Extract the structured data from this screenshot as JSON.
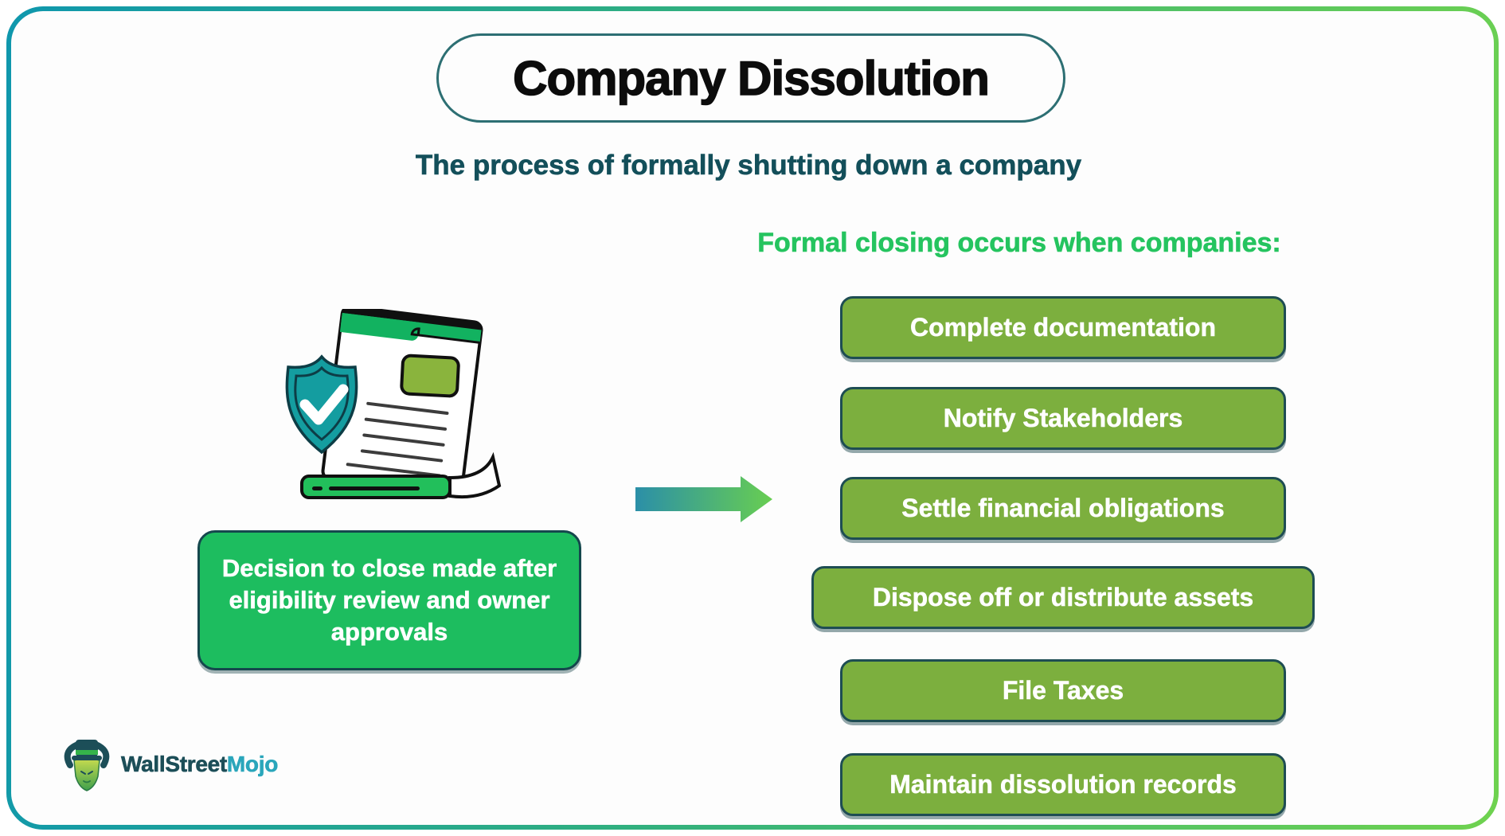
{
  "header": {
    "title": "Company Dissolution",
    "subtitle": "The process of formally shutting down a company"
  },
  "checklist": {
    "heading": "Formal closing occurs when companies:",
    "items": [
      {
        "label": "Complete documentation"
      },
      {
        "label": "Notify Stakeholders"
      },
      {
        "label": "Settle financial obligations"
      },
      {
        "label": "Dispose off or distribute assets"
      },
      {
        "label": "File Taxes"
      },
      {
        "label": "Maintain dissolution records"
      }
    ]
  },
  "decision_note": {
    "text": "Decision to close made after eligibility review and owner approvals"
  },
  "icons": {
    "illustration": "verified-document-with-shield-check",
    "arrow": "flow-arrow-right",
    "logo_mascot": "bull-with-top-hat"
  },
  "logo": {
    "brand_primary": "WallStreet",
    "brand_secondary": "Mojo"
  },
  "colors": {
    "frame_gradient_start": "#0f97ad",
    "frame_gradient_end": "#6fd24f",
    "title_text": "#0c0c0c",
    "capsule_border": "#2d6f73",
    "subtitle_text": "#134f5a",
    "heading_green": "#25c45f",
    "button_bg": "#7caf3e",
    "button_border": "#1e4d53",
    "button_text": "#ffffff",
    "note_bg": "#1dbd5f",
    "note_border": "#15474d",
    "arrow_gradient_start": "#2b8fa8",
    "arrow_gradient_end": "#68ce51",
    "shield_fill": "#149da0",
    "document_green": "#12b260",
    "document_tag_olive": "#8ab43d",
    "logo_primary_text": "#1c4e58",
    "logo_secondary_text": "#2aa6bb"
  }
}
